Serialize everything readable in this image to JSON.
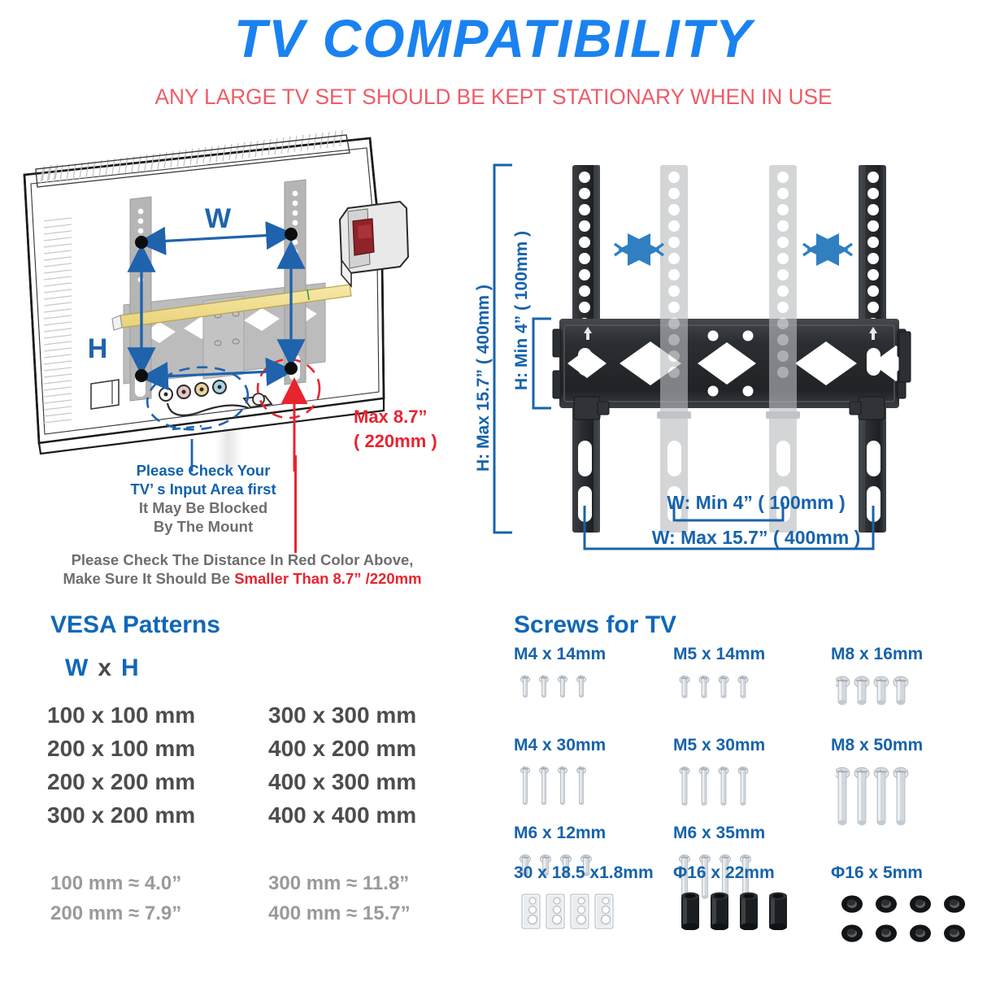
{
  "header": {
    "title": "TV  COMPATIBILITY",
    "subtitle": "ANY LARGE TV SET SHOULD BE KEPT STATIONARY WHEN IN USE",
    "title_color": "#1a82f0",
    "subtitle_color": "#ef5b66"
  },
  "tv_diagram": {
    "w_label": "W",
    "h_label": "H",
    "max_depth_line1": "Max  8.7”",
    "max_depth_line2": "( 220mm )",
    "max_depth_color": "#e8242f",
    "caption_blue_line1": "Please Check Your",
    "caption_blue_line2": "TV’ s Input Area first",
    "caption_gray_line1": "It May Be Blocked",
    "caption_gray_line2": "By The Mount",
    "caption_bottom_line1": "Please Check The Distance In Red Color Above,",
    "caption_bottom_line2_prefix": "Make Sure It Should Be ",
    "caption_bottom_line2_red": "Smaller Than 8.7”  /220mm"
  },
  "bracket_diagram": {
    "h_max": "H:  Max  15.7”  ( 400mm )",
    "h_min": "H:  Min  4”  ( 100mm )",
    "w_min": "W:  Min  4”  ( 100mm )",
    "w_max": "W:  Max  15.7”  ( 400mm )",
    "dimension_color": "#1763ab",
    "arrow_color": "#2f7fc1"
  },
  "vesa": {
    "title": "VESA Patterns",
    "header_w": "W",
    "header_x": "x",
    "header_h": "H",
    "patterns_left": [
      "100 x 100 mm",
      "200 x 100 mm",
      "200 x 200 mm",
      "300 x 200 mm"
    ],
    "patterns_right": [
      "300 x 300 mm",
      "400 x 200 mm",
      "400 x 300 mm",
      "400 x 400 mm"
    ],
    "conversions_left": [
      "100 mm ≈   4.0”",
      "200 mm ≈   7.9”"
    ],
    "conversions_right": [
      "300 mm ≈ 11.8”",
      "400 mm ≈ 15.7”"
    ]
  },
  "screws": {
    "title": "Screws for TV",
    "items": [
      {
        "label": "M4 x 14mm",
        "col": 0,
        "row": 0,
        "type": "screw",
        "count": 4,
        "shaft": 22,
        "head": 11,
        "dia": 5,
        "color": "#cfd4d8"
      },
      {
        "label": "M5 x 14mm",
        "col": 1,
        "row": 0,
        "type": "screw",
        "count": 4,
        "shaft": 22,
        "head": 12,
        "dia": 6,
        "color": "#cfd4d8"
      },
      {
        "label": "M8 x 16mm",
        "col": 2,
        "row": 0,
        "type": "screw",
        "count": 4,
        "shaft": 26,
        "head": 18,
        "dia": 10,
        "color": "#cfd4d8"
      },
      {
        "label": "M4 x 30mm",
        "col": 0,
        "row": 1,
        "type": "screw",
        "count": 4,
        "shaft": 42,
        "head": 11,
        "dia": 5,
        "color": "#cfd4d8"
      },
      {
        "label": "M5 x 30mm",
        "col": 1,
        "row": 1,
        "type": "screw",
        "count": 4,
        "shaft": 42,
        "head": 12,
        "dia": 6,
        "color": "#cfd4d8"
      },
      {
        "label": "M8 x 50mm",
        "col": 2,
        "row": 1,
        "type": "screw",
        "count": 4,
        "shaft": 62,
        "head": 18,
        "dia": 10,
        "color": "#cfd4d8"
      },
      {
        "label": "M6 x 12mm",
        "col": 0,
        "row": 2,
        "type": "screw",
        "count": 4,
        "shaft": 20,
        "head": 13,
        "dia": 7,
        "color": "#cfd4d8"
      },
      {
        "label": "M6 x 35mm",
        "col": 1,
        "row": 2,
        "type": "screw",
        "count": 4,
        "shaft": 48,
        "head": 13,
        "dia": 7,
        "color": "#cfd4d8"
      },
      {
        "label": "30 x 18.5 x1.8mm",
        "col": 0,
        "row": 3,
        "type": "plate",
        "count": 4,
        "color": "#e3e7ea"
      },
      {
        "label": "Φ16 x 22mm",
        "col": 1,
        "row": 3,
        "type": "spacer",
        "count": 4,
        "color": "#1b1b1b"
      },
      {
        "label": "Φ16 x 5mm",
        "col": 2,
        "row": 3,
        "type": "washer",
        "count": 8,
        "color": "#141414"
      }
    ]
  }
}
